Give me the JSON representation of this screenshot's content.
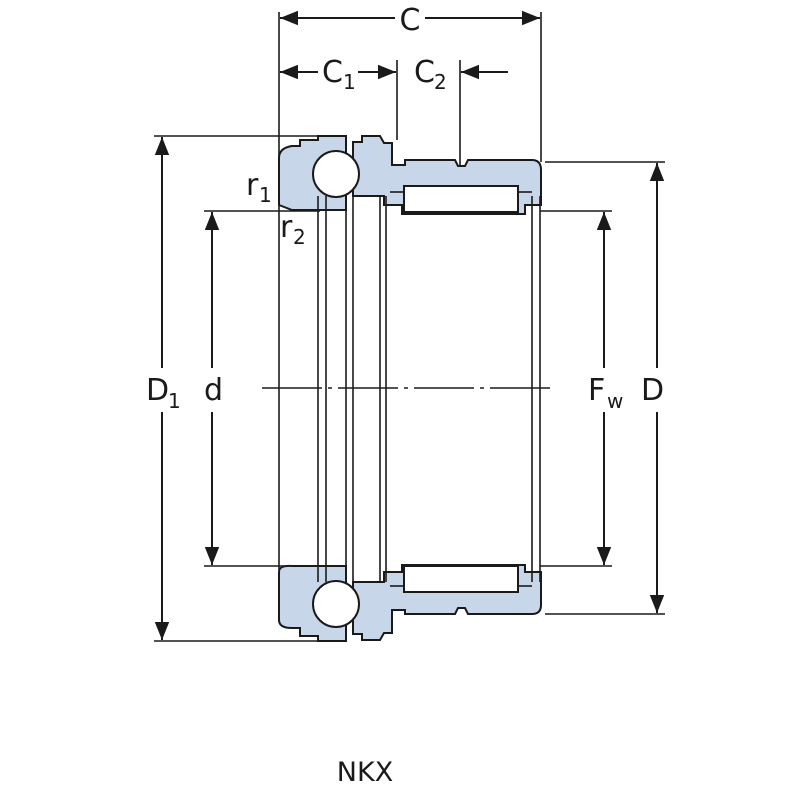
{
  "labels": {
    "C": "C",
    "C1_main": "C",
    "C1_sub": "1",
    "C2_main": "C",
    "C2_sub": "2",
    "r1_main": "r",
    "r1_sub": "1",
    "r2_main": "r",
    "r2_sub": "2",
    "D1_main": "D",
    "D1_sub": "1",
    "d": "d",
    "Fw_main": "F",
    "Fw_sub": "w",
    "D": "D"
  },
  "caption": "NKX",
  "colors": {
    "component_fill": "#c8d6ea",
    "line": "#1a1a1a"
  }
}
